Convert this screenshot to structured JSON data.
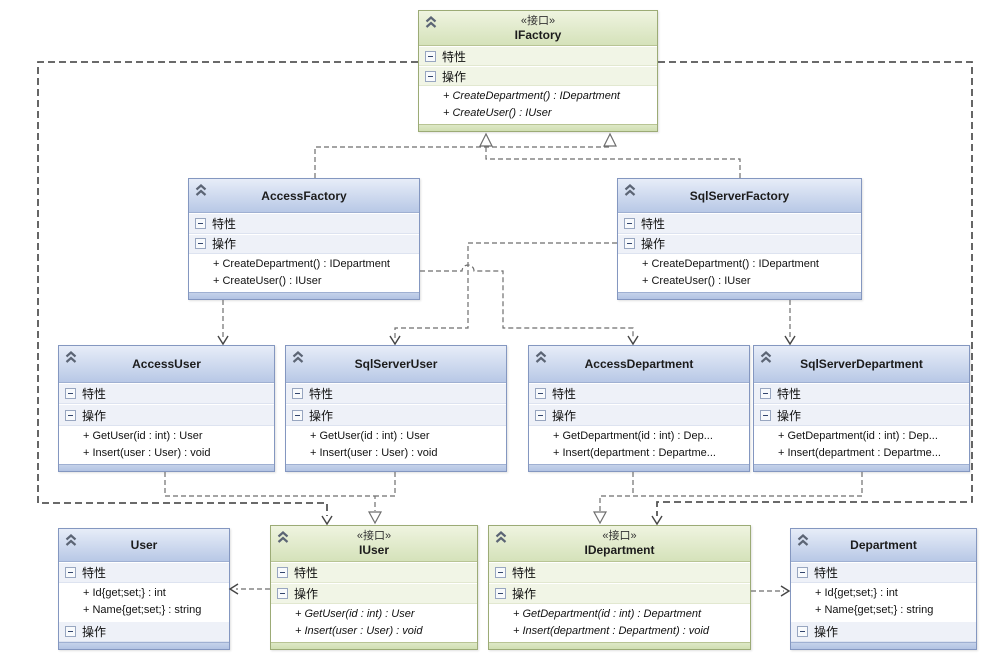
{
  "labels": {
    "attributes": "特性",
    "operations": "操作"
  },
  "colors": {
    "class_header": "#b8c8e6",
    "class_border": "#8497c0",
    "interface_header": "#d5e2ba",
    "interface_border": "#9cab76",
    "connector": "#6e6e6e",
    "strong_connector": "#555555",
    "canvas_background": "#ffffff"
  },
  "icons": {
    "collapse": "chevron-double-up-icon",
    "section_toggle": "minus-box-icon"
  },
  "classes": [
    {
      "name": "IFactory",
      "stereotype": "«接口»",
      "kind": "interface",
      "operations": [
        "+ CreateDepartment() : IDepartment",
        "+ CreateUser() : IUser"
      ]
    },
    {
      "name": "AccessFactory",
      "kind": "class",
      "operations": [
        "+ CreateDepartment() : IDepartment",
        "+ CreateUser() : IUser"
      ]
    },
    {
      "name": "SqlServerFactory",
      "kind": "class",
      "operations": [
        "+ CreateDepartment() : IDepartment",
        "+ CreateUser() : IUser"
      ]
    },
    {
      "name": "AccessUser",
      "kind": "class",
      "operations": [
        "+ GetUser(id : int) : User",
        "+ Insert(user : User) : void"
      ]
    },
    {
      "name": "SqlServerUser",
      "kind": "class",
      "operations": [
        "+ GetUser(id : int) : User",
        "+ Insert(user : User) : void"
      ]
    },
    {
      "name": "AccessDepartment",
      "kind": "class",
      "operations": [
        "+ GetDepartment(id : int) : Dep...",
        "+ Insert(department : Departme..."
      ]
    },
    {
      "name": "SqlServerDepartment",
      "kind": "class",
      "operations": [
        "+ GetDepartment(id : int) : Dep...",
        "+ Insert(department : Departme..."
      ]
    },
    {
      "name": "User",
      "kind": "class",
      "attributes": [
        "+ Id{get;set;} : int",
        "+ Name{get;set;} : string"
      ],
      "operations": []
    },
    {
      "name": "IUser",
      "stereotype": "«接口»",
      "kind": "interface",
      "operations": [
        "+ GetUser(id : int) : User",
        "+ Insert(user : User) : void"
      ]
    },
    {
      "name": "IDepartment",
      "stereotype": "«接口»",
      "kind": "interface",
      "operations": [
        "+ GetDepartment(id : int) : Department",
        "+ Insert(department : Department) : void"
      ]
    },
    {
      "name": "Department",
      "kind": "class",
      "attributes": [
        "+ Id{get;set;} : int",
        "+ Name{get;set;} : string"
      ],
      "operations": []
    }
  ],
  "relations": [
    "AccessFactory realizes IFactory",
    "SqlServerFactory realizes IFactory",
    "AccessFactory depends-on AccessUser",
    "AccessFactory depends-on AccessDepartment",
    "SqlServerFactory depends-on SqlServerUser",
    "SqlServerFactory depends-on SqlServerDepartment",
    "AccessUser realizes IUser",
    "SqlServerUser realizes IUser",
    "AccessDepartment realizes IDepartment",
    "SqlServerDepartment realizes IDepartment",
    "IFactory depends-on IUser",
    "IFactory depends-on IDepartment",
    "IUser depends-on User",
    "IDepartment depends-on Department"
  ]
}
